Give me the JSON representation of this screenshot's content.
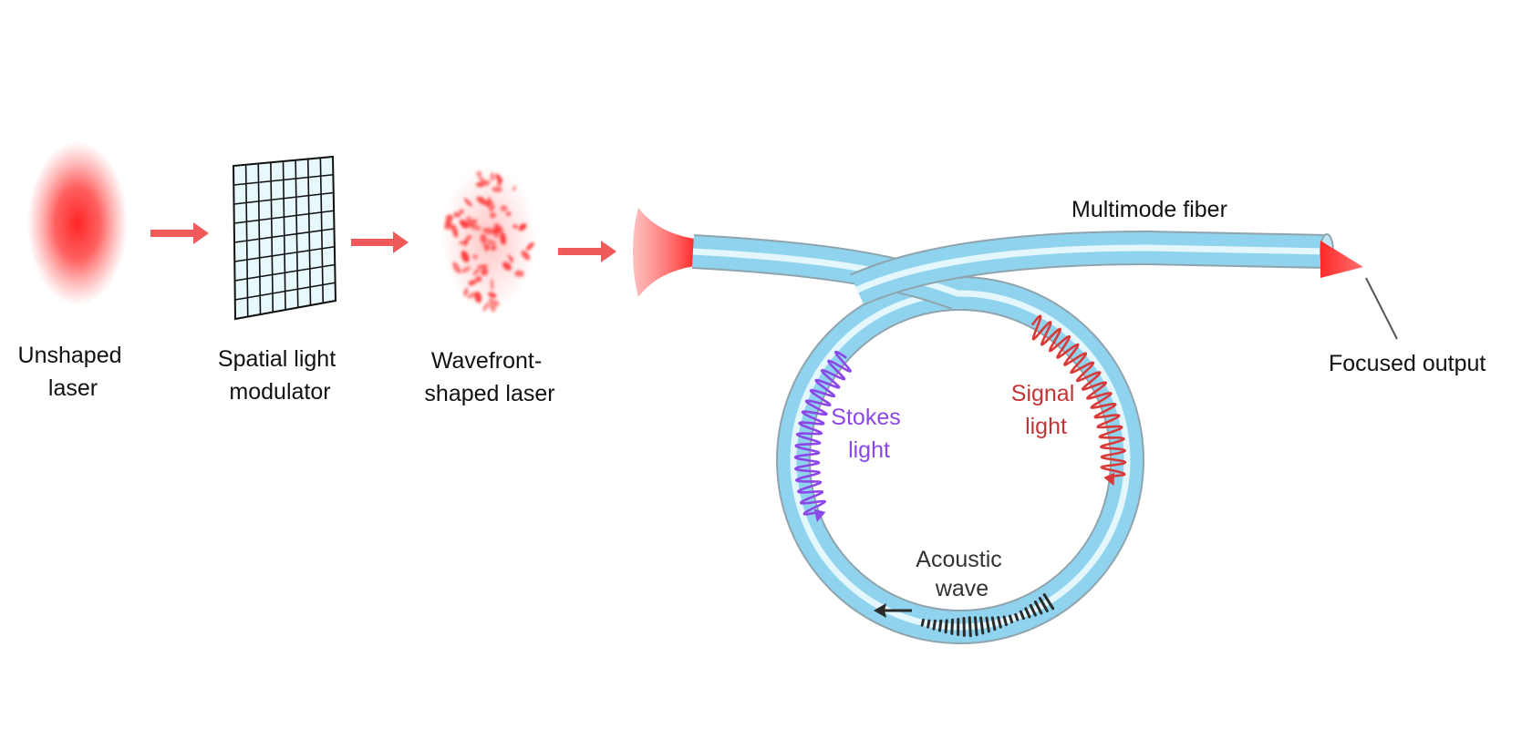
{
  "labels": {
    "unshaped_laser": [
      "Unshaped",
      "laser"
    ],
    "spatial_light_modulator": [
      "Spatial light",
      "modulator"
    ],
    "wavefront_shaped_laser": [
      "Wavefront-",
      "shaped laser"
    ],
    "multimode_fiber": "Multimode fiber",
    "focused_output": "Focused output",
    "stokes_light": [
      "Stokes",
      "light"
    ],
    "signal_light": [
      "Signal",
      "light"
    ],
    "acoustic_wave": [
      "Acoustic",
      "wave"
    ]
  },
  "colors": {
    "laser_red": "#ff2a2a",
    "arrow_red": "#f05a5a",
    "fiber_blue": "#8fd3ef",
    "fiber_edge": "#8fa4ad",
    "stokes": "#8b47e8",
    "signal": "#d83a3a",
    "acoustic": "#2a2a2a"
  },
  "icons": {
    "flow_arrows": "right-arrow-icon",
    "slm_grid": "grid-icon"
  }
}
